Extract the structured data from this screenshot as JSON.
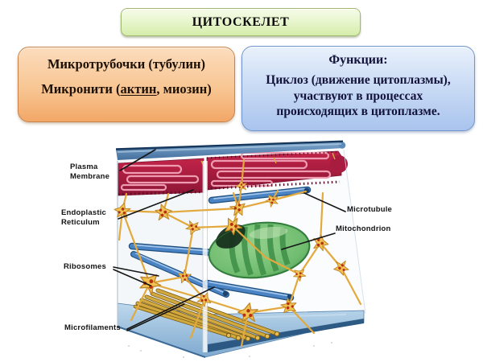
{
  "title_box": {
    "label": "ЦИТОСКЕЛЕТ"
  },
  "left_box": {
    "line1": "Микротрубочки (тубулин)",
    "line2_prefix": "Микронити (",
    "line2_underline": "актин",
    "line2_suffix": ", миозин)"
  },
  "right_box": {
    "heading": "Функции:",
    "lines": [
      "Циклоз (движение цитоплазмы),",
      "участвуют в процессах",
      "происходящих в цитоплазме."
    ]
  },
  "diagram": {
    "labels": {
      "plasma_membrane": "Plasma\nMembrane",
      "endoplastic_reticulum": "Endoplastic\nReticulum",
      "ribosomes": "Ribosomes",
      "microfilaments": "Microfilaments",
      "microtubule": "Microtubule",
      "mitochondrion": "Mitochondrion"
    },
    "colors": {
      "plasma_membrane_blue": "#4e7fae",
      "er_red": "#b01e44",
      "microtubule_blue": "#4a84c4",
      "mitochondrion_green": "#6fbc6f",
      "filament_yellow": "#e3a93c",
      "microfilament_gold": "#cfa83c",
      "floor_blue": "#a9c9e4",
      "leader_line": "#151515"
    }
  },
  "colors": {
    "title_green_fill": "#d5edab",
    "title_green_border": "#9fba6e",
    "box_orange_fill": "#f2a767",
    "box_orange_border": "#c8834a",
    "box_blue_fill": "#a9c4ee",
    "box_blue_border": "#6f95cc"
  }
}
